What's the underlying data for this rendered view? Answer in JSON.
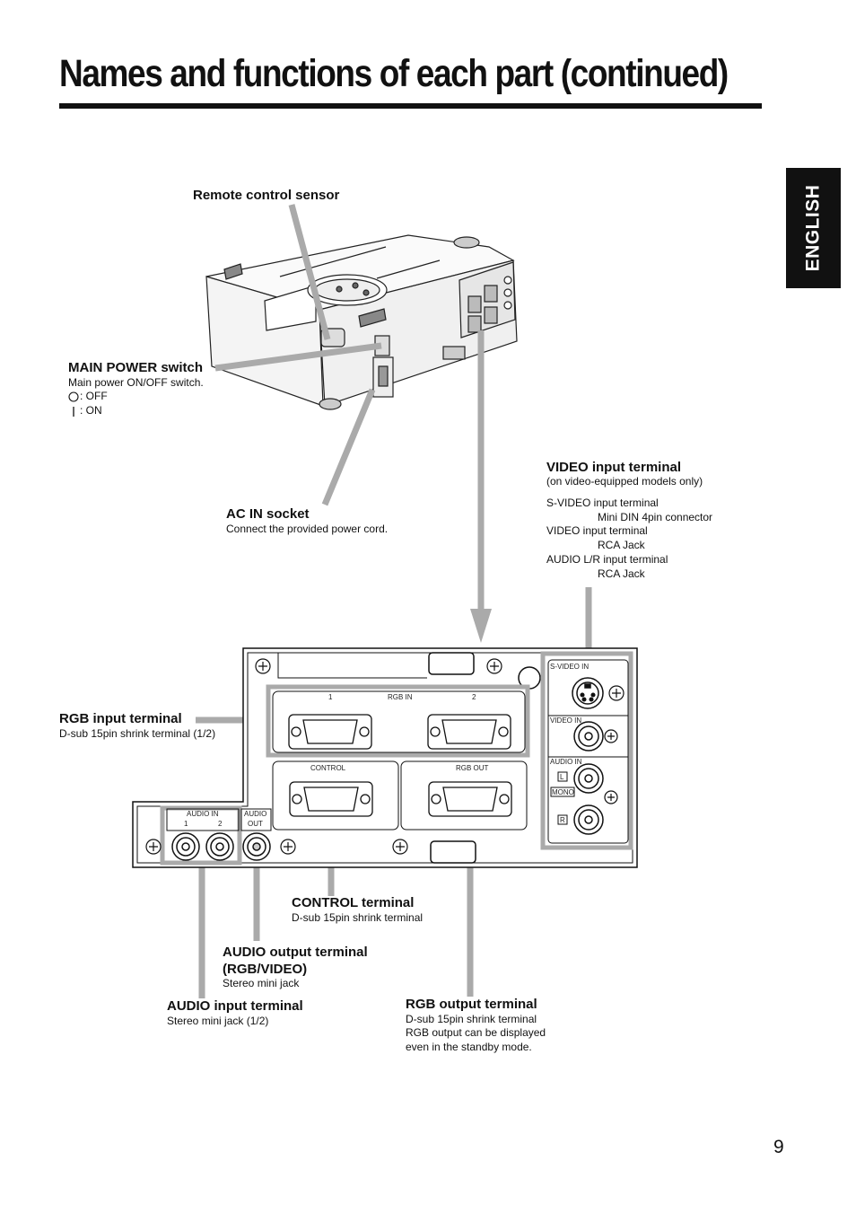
{
  "title": "Names and functions of each part (continued)",
  "side_tab": "ENGLISH",
  "page_number": "9",
  "callouts": {
    "remote_sensor": {
      "title": "Remote control sensor"
    },
    "main_power": {
      "title": "MAIN POWER switch",
      "desc": "Main power ON/OFF switch.",
      "off": ": OFF",
      "on": ": ON"
    },
    "ac_in": {
      "title": "AC IN socket",
      "desc": "Connect the provided power cord."
    },
    "video_input": {
      "title": "VIDEO input terminal",
      "note": "(on video-equipped models only)",
      "lines": [
        "S-VIDEO input terminal",
        "Mini DIN 4pin connector",
        "VIDEO input terminal",
        "RCA Jack",
        "AUDIO L/R input terminal",
        "RCA Jack"
      ]
    },
    "rgb_input": {
      "title": "RGB input terminal",
      "desc": "D-sub 15pin shrink terminal (1/2)"
    },
    "control": {
      "title": "CONTROL terminal",
      "desc": "D-sub 15pin shrink terminal"
    },
    "audio_output": {
      "title": "AUDIO output terminal",
      "title2": "(RGB/VIDEO)",
      "desc": "Stereo mini jack"
    },
    "audio_input": {
      "title": "AUDIO input terminal",
      "desc": "Stereo mini jack (1/2)"
    },
    "rgb_output": {
      "title": "RGB output terminal",
      "lines": [
        "D-sub 15pin shrink terminal",
        "RGB output can be displayed",
        "even in the standby mode."
      ]
    }
  },
  "panel_labels": {
    "rgb_in": "RGB IN",
    "rgb_in_1": "1",
    "rgb_in_2": "2",
    "control": "CONTROL",
    "rgb_out": "RGB OUT",
    "audio_in": "AUDIO IN",
    "audio_in_1": "1",
    "audio_in_2": "2",
    "audio_out_1": "AUDIO",
    "audio_out_2": "OUT",
    "s_video_in": "S-VIDEO IN",
    "video_in": "VIDEO IN",
    "audio_in_right": "AUDIO IN",
    "l": "L",
    "mono": "MONO",
    "r": "R"
  }
}
